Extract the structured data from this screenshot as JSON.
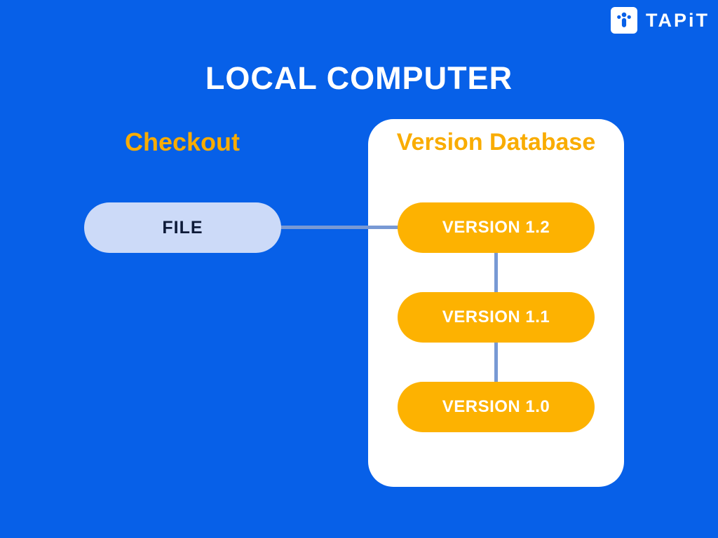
{
  "brand": {
    "name": "TAPiT",
    "icon": "tapit-logo-icon"
  },
  "title": "LOCAL COMPUTER",
  "columns": {
    "checkout": {
      "label": "Checkout"
    },
    "version_database": {
      "label": "Version Database"
    }
  },
  "nodes": {
    "file": {
      "label": "FILE"
    },
    "versions": [
      {
        "label": "VERSION 1.2"
      },
      {
        "label": "VERSION 1.1"
      },
      {
        "label": "VERSION 1.0"
      }
    ]
  },
  "connections": [
    {
      "from": "FILE",
      "to": "VERSION 1.2",
      "direction": "horizontal"
    },
    {
      "from": "VERSION 1.2",
      "to": "VERSION 1.1",
      "direction": "vertical"
    },
    {
      "from": "VERSION 1.1",
      "to": "VERSION 1.0",
      "direction": "vertical"
    }
  ],
  "colors": {
    "background": "#0760E8",
    "panel": "#FFFFFF",
    "pill_orange": "#FDB201",
    "pill_lavender": "#CCDAF8",
    "heading_orange": "#F9AC00",
    "connector_line": "#7899D4",
    "title_text": "#FFFFFF",
    "file_text": "#0D1A38"
  }
}
